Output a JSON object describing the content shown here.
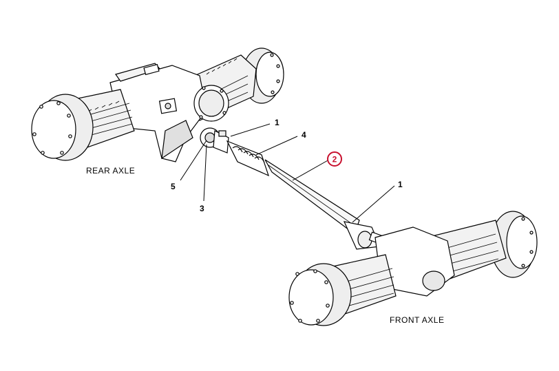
{
  "labels": {
    "rear_axle": "REAR AXLE",
    "front_axle": "FRONT AXLE"
  },
  "callouts": [
    {
      "id": "c1a",
      "text": "1"
    },
    {
      "id": "c4",
      "text": "4"
    },
    {
      "id": "c2",
      "text": "2",
      "highlight": true
    },
    {
      "id": "c1b",
      "text": "1"
    },
    {
      "id": "c5",
      "text": "5"
    },
    {
      "id": "c3",
      "text": "3"
    }
  ],
  "colors": {
    "line": "#000000",
    "body": "#ffffff",
    "shade": "#e6e6e6",
    "highlight": "#c8102e"
  }
}
